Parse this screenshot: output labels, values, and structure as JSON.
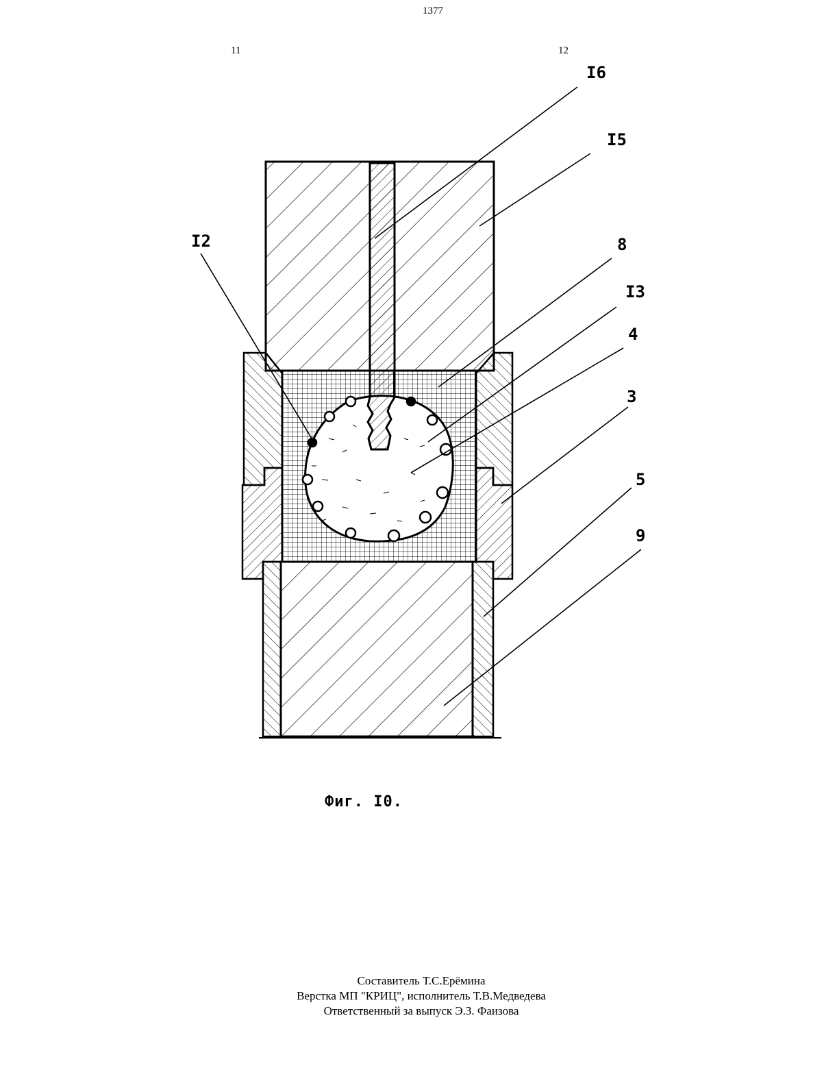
{
  "header": {
    "page_number": "1377",
    "column_left": "11",
    "column_right": "12"
  },
  "figure": {
    "labels": {
      "l16": "I6",
      "l15": "I5",
      "l12": "I2",
      "l8": "8",
      "l13": "I3",
      "l4": "4",
      "l3": "3",
      "l5": "5",
      "l9": "9"
    },
    "caption": "Фиг. I0."
  },
  "colors": {
    "ink": "#000000",
    "paper": "#ffffff"
  },
  "credits": {
    "compiler": "Составитель Т.С.Ерёмина",
    "layout": "Верстка МП \"КРИЦ\", исполнитель Т.В.Медведева",
    "responsible": "Ответственный за выпуск Э.З. Фаизова"
  }
}
